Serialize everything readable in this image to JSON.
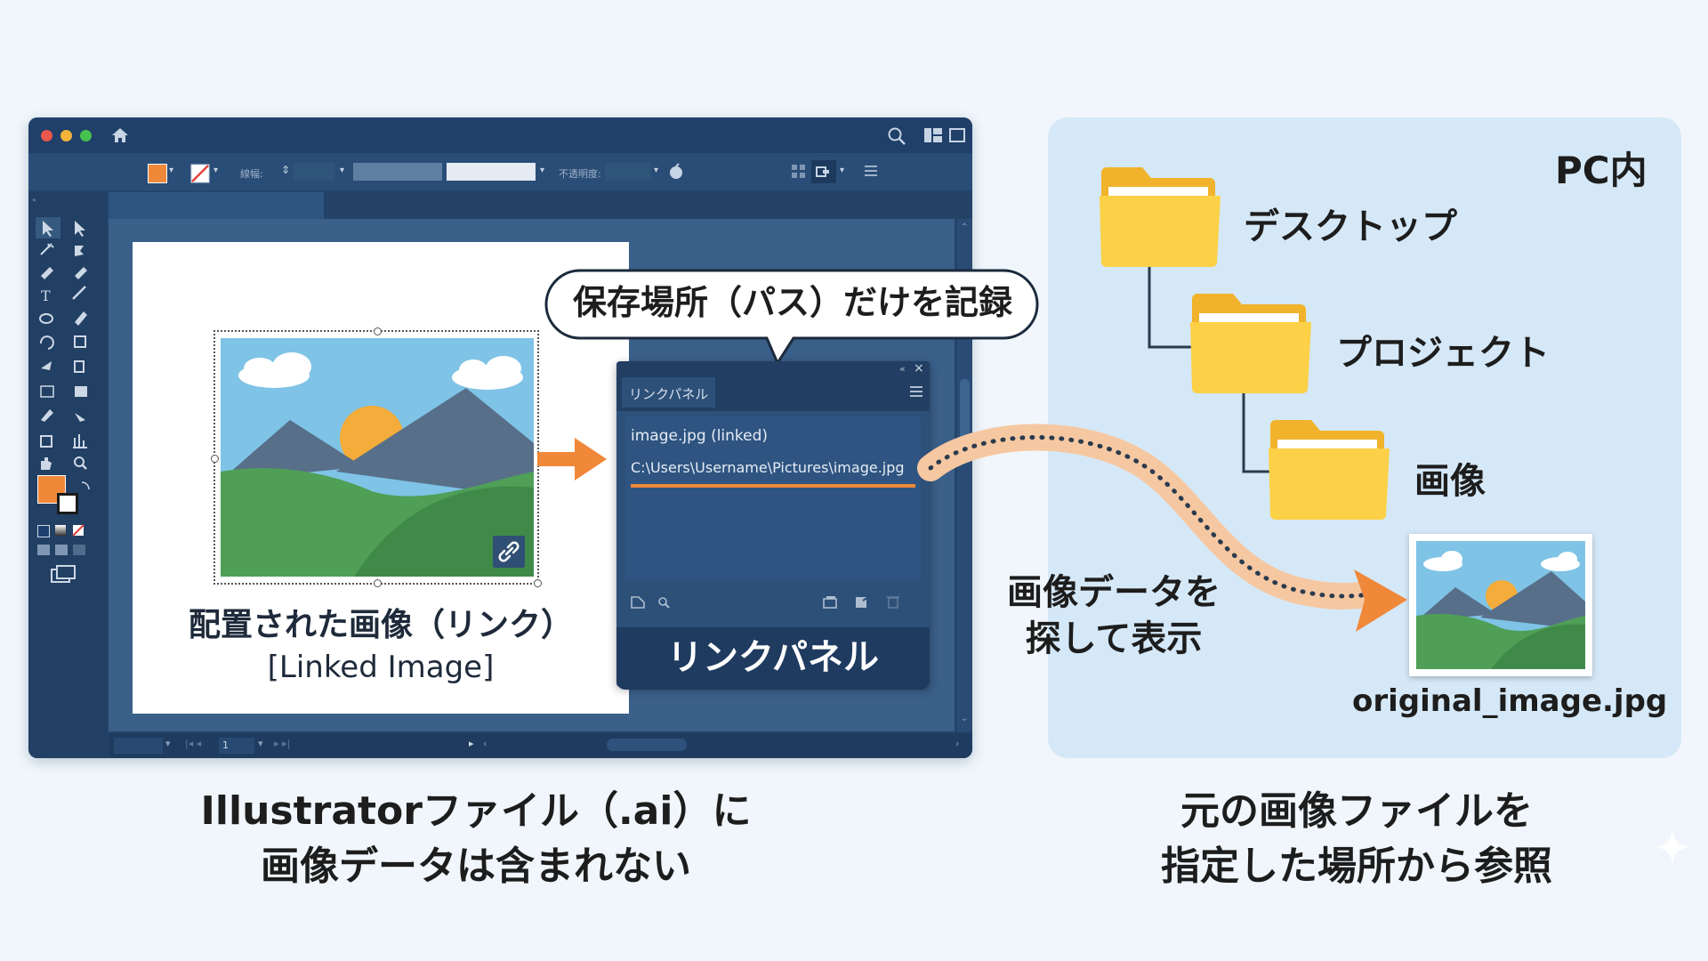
{
  "window": {
    "stroke_label": "線幅:",
    "opacity_label": "不透明度:",
    "page_number": "1"
  },
  "placed_image": {
    "label_jp": "配置された画像（リンク）",
    "label_en": "[Linked Image]"
  },
  "callout": {
    "text": "保存場所（パス）だけを記録"
  },
  "links_panel": {
    "tab_title": "リンクパネル",
    "items": [
      {
        "text": "image.jpg (linked)"
      },
      {
        "text": "C:\\Users\\Username\\Pictures\\image.jpg"
      }
    ],
    "caption": "リンクパネル"
  },
  "pc": {
    "title": "PC内",
    "folders": [
      "デスクトップ",
      "プロジェクト",
      "画像"
    ],
    "file_name": "original_image.jpg",
    "arrow_label_line1": "画像データを",
    "arrow_label_line2": "探して表示"
  },
  "captions": {
    "left_line1": "Illustratorファイル（.ai）に",
    "left_line2": "画像データは含まれない",
    "right_line1": "元の画像ファイルを",
    "right_line2": "指定した場所から参照"
  },
  "colors": {
    "accent_orange": "#f0883a",
    "window_bg": "#24446b",
    "folder_yellow": "#f8c53a"
  }
}
